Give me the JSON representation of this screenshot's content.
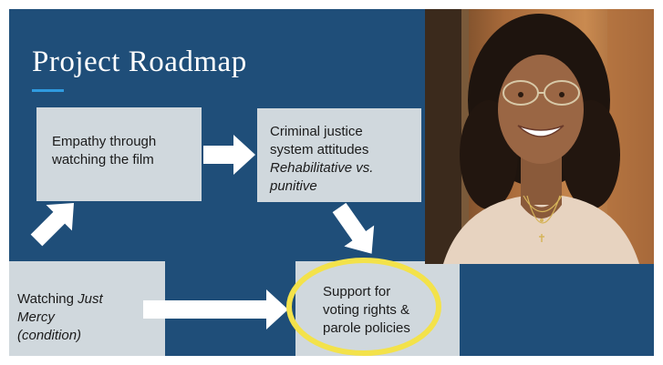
{
  "slide": {
    "title": "Project Roadmap",
    "colors": {
      "background": "#1f4e79",
      "box": "#d0d8dd",
      "arrow": "#ffffff",
      "highlight_ring": "#f3e24a",
      "accent_line": "#2f9be0"
    }
  },
  "boxes": {
    "empathy": {
      "text": "Empathy through watching the film"
    },
    "attitudes": {
      "line1": "Criminal justice",
      "line2": "system attitudes",
      "line3_italic": "Rehabilitative vs.",
      "line4_italic": "punitive"
    },
    "watching": {
      "prefix": "Watching ",
      "italic1": "Just",
      "italic2": "Mercy",
      "italic3": "(condition)"
    },
    "support": {
      "line1": "Support for",
      "line2": "voting rights &",
      "line3": "parole policies"
    }
  },
  "photo": {
    "description_icon": "presenter-photo"
  }
}
